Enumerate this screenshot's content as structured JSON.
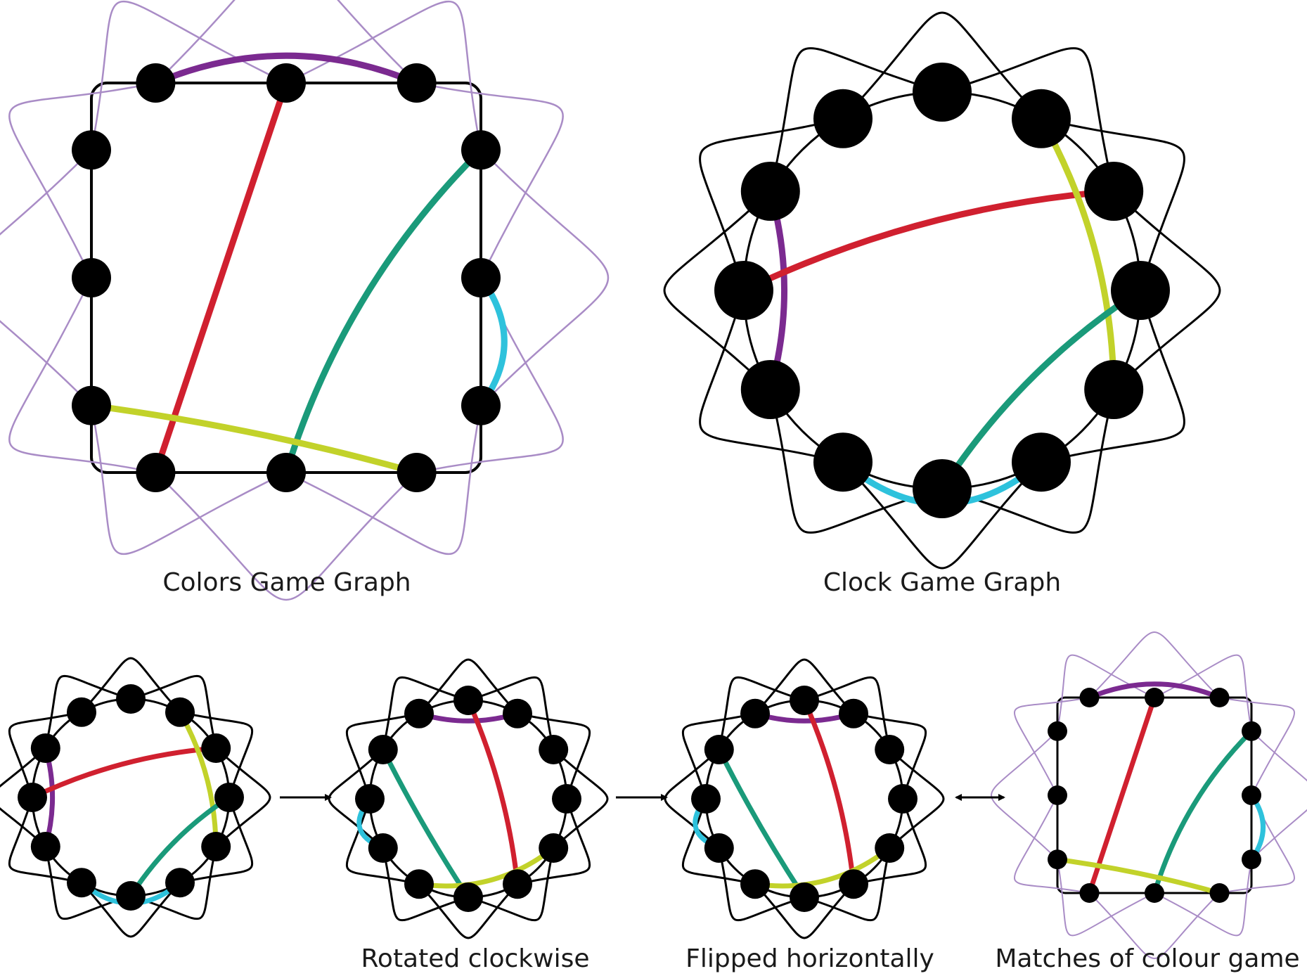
{
  "captions": {
    "colors_graph": "Colors Game Graph",
    "clock_graph": "Clock Game Graph",
    "rotated": "Rotated clockwise",
    "flipped": "Flipped horizontally",
    "matches": "Matches of colour game"
  },
  "colors": {
    "purple": "#7b2a90",
    "red": "#d0202f",
    "teal": "#1a9a7a",
    "cyan": "#2ec2dc",
    "lime": "#c2d22a",
    "lavender": "#a98cc6",
    "black": "#000000"
  },
  "arrows": [
    "right-arrow",
    "right-arrow",
    "double-arrow"
  ]
}
